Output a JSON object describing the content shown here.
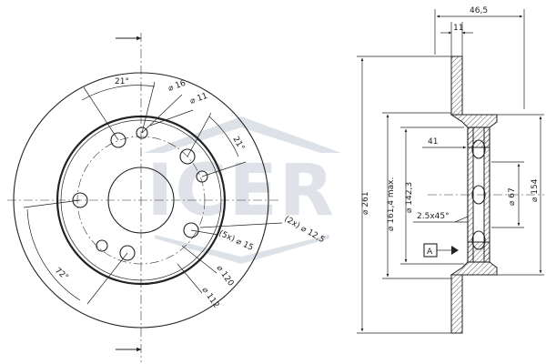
{
  "front_view": {
    "labels": {
      "angle_21_top": "21°",
      "dia_16": "⌀ 16",
      "dia_11": "⌀ 11",
      "angle_21_right": "21°",
      "bolt_12_5": "(2x) ⌀ 12,5",
      "bolt_15": "(5x) ⌀ 15",
      "dia_120": "⌀ 120",
      "dia_112": "⌀ 112",
      "angle_72": "72°"
    }
  },
  "side_view": {
    "labels": {
      "width_46_5": "46,5",
      "thickness_11": "11",
      "dia_261": "⌀ 261",
      "dia_161_4": "⌀ 161,4 max.",
      "dia_142_3": "⌀ 142,3",
      "depth_41": "41",
      "chamfer": "2.5x45°",
      "dia_67": "⌀ 67",
      "dia_154": "⌀ 154",
      "datum_a": "A"
    }
  },
  "watermark": {
    "brand": "ICER"
  },
  "colors": {
    "line": "#222222",
    "watermark": "#d8dde3"
  }
}
